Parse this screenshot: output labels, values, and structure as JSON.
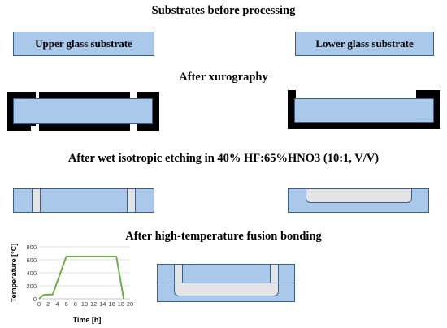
{
  "headings": {
    "before": "Substrates before processing",
    "xurography": "After xurography",
    "etching": "After wet isotropic etching in 40% HF:65%HNO3 (10:1, V/V)",
    "bonding": "After high-temperature fusion bonding"
  },
  "substrates": {
    "upper": "Upper glass substrate",
    "lower": "Lower glass substrate"
  },
  "colors": {
    "glass": "#a9c8ea",
    "glass_border": "#3c5f86",
    "mask": "#000000",
    "channel": "#e4e4e4",
    "curve": "#70ad47"
  },
  "chart_data": {
    "type": "line",
    "xlabel": "Time [h]",
    "ylabel": "Temperature [°C]",
    "xlim": [
      0,
      20
    ],
    "ylim": [
      0,
      800
    ],
    "x_ticks": [
      "0",
      "2",
      "4",
      "6",
      "8",
      "10",
      "12",
      "14",
      "16",
      "18",
      "20"
    ],
    "y_ticks": [
      "0",
      "200",
      "400",
      "600",
      "800"
    ],
    "grid": true,
    "series": [
      {
        "x": [
          0,
          1,
          2,
          3,
          6,
          17,
          18.6
        ],
        "y": [
          0,
          60,
          65,
          65,
          650,
          650,
          0
        ]
      }
    ]
  }
}
